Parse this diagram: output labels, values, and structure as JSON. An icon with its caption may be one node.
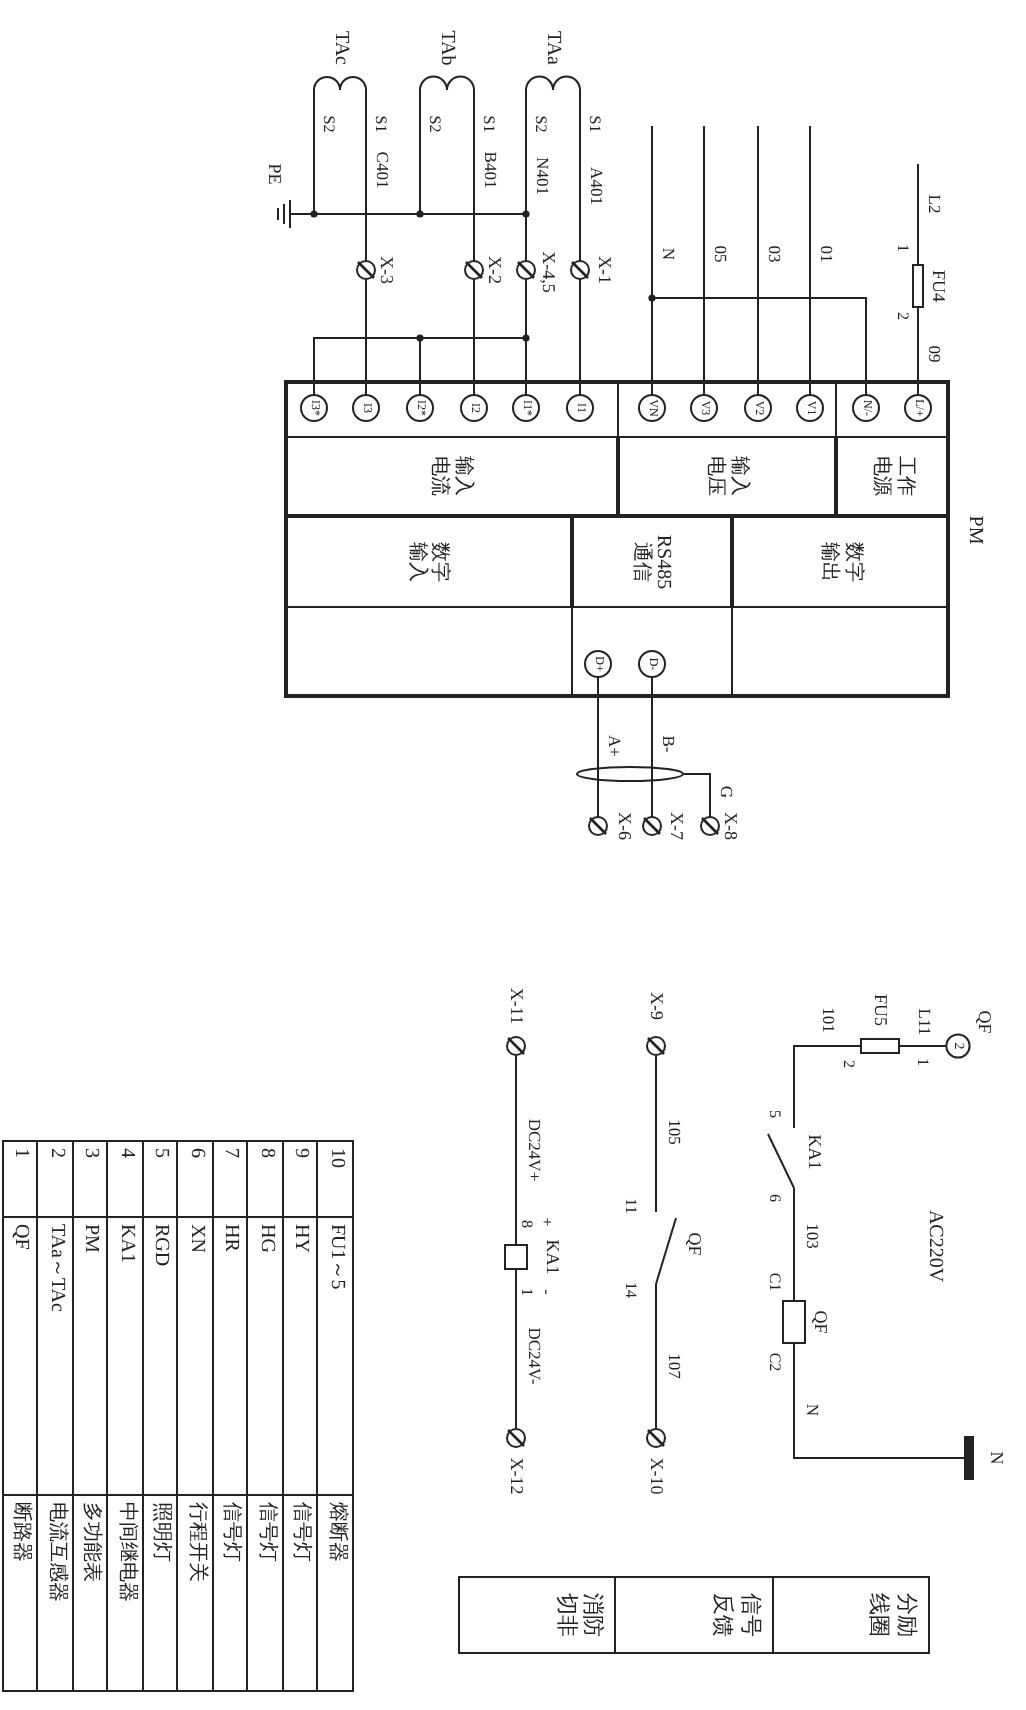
{
  "diagram": {
    "nodes": [
      {
        "text": [
          "PM"
        ]
      },
      {
        "text": [
          "工作电源"
        ],
        "in": 0
      },
      {
        "text": [
          "输入电压"
        ],
        "in": 0
      },
      {
        "text": [
          "输入电流"
        ],
        "in": 0
      },
      {
        "text": [
          "数字输出"
        ],
        "in": 0
      },
      {
        "text": [
          "RS485通信"
        ],
        "in": 0
      },
      {
        "text": [
          "数字输入"
        ],
        "in": 0
      },
      {
        "text": [
          "L/+"
        ],
        "in": 0
      },
      {
        "text": [
          "N/-"
        ],
        "in": 0
      },
      {
        "text": [
          "V1"
        ],
        "in": 0
      },
      {
        "text": [
          "V2"
        ],
        "in": 0
      },
      {
        "text": [
          "V3"
        ],
        "in": 0
      },
      {
        "text": [
          "VN"
        ],
        "in": 0
      },
      {
        "text": [
          "I1"
        ],
        "in": 0
      },
      {
        "text": [
          "I1*"
        ],
        "in": 0
      },
      {
        "text": [
          "I2"
        ],
        "in": 0
      },
      {
        "text": [
          "I2*"
        ],
        "in": 0
      },
      {
        "text": [
          "I3"
        ],
        "in": 0
      },
      {
        "text": [
          "I3*"
        ],
        "in": 0
      },
      {
        "text": [
          "D+"
        ],
        "in": 0
      },
      {
        "text": [
          "D-"
        ],
        "in": 0
      },
      {
        "text": [
          "FU4"
        ]
      },
      {
        "text": [
          "TAa"
        ]
      },
      {
        "text": [
          "TAb"
        ]
      },
      {
        "text": [
          "TAc"
        ]
      },
      {
        "text": [
          "X-1"
        ]
      },
      {
        "text": [
          "X-4,5"
        ]
      },
      {
        "text": [
          "X-2"
        ]
      },
      {
        "text": [
          "X-3"
        ]
      },
      {
        "text": [
          "PE"
        ]
      },
      {
        "text": [
          "X-6"
        ]
      },
      {
        "text": [
          "X-7"
        ]
      },
      {
        "text": [
          "X-8"
        ]
      },
      {
        "text": [],
        "shape": "ellipse"
      },
      {
        "text": [
          "2",
          "QF"
        ]
      },
      {
        "text": [
          "FU5"
        ]
      },
      {
        "text": [
          "KA1"
        ]
      },
      {
        "text": [
          "QF"
        ]
      },
      {
        "text": [
          "N"
        ]
      },
      {
        "text": [
          "X-9"
        ]
      },
      {
        "text": [
          "QF"
        ]
      },
      {
        "text": [
          "X-10"
        ]
      },
      {
        "text": [
          "X-11"
        ]
      },
      {
        "text": [
          "KA1"
        ]
      },
      {
        "text": [
          "X-12"
        ]
      }
    ],
    "edges": [
      {
        "from": null,
        "to": 21,
        "arrow": "none",
        "label": "L2"
      },
      {
        "from": 21,
        "to": 7,
        "arrow": "none",
        "label": "09"
      },
      {
        "from": null,
        "to": 9,
        "arrow": "none",
        "label": "01"
      },
      {
        "from": null,
        "to": 10,
        "arrow": "none",
        "label": "03"
      },
      {
        "from": null,
        "to": 11,
        "arrow": "none",
        "label": "05"
      },
      {
        "from": null,
        "to": 12,
        "arrow": "none",
        "label": "N"
      },
      {
        "from": 12,
        "to": 8,
        "arrow": "none"
      },
      {
        "from": 22,
        "to": 25,
        "arrow": "none",
        "label": "A401"
      },
      {
        "from": 25,
        "to": 13,
        "arrow": "none"
      },
      {
        "from": 22,
        "to": 26,
        "arrow": "none",
        "label": "N401"
      },
      {
        "from": 26,
        "to": 14,
        "arrow": "none"
      },
      {
        "from": 23,
        "to": 27,
        "arrow": "none",
        "label": "B401"
      },
      {
        "from": 27,
        "to": 15,
        "arrow": "none"
      },
      {
        "from": 24,
        "to": 28,
        "arrow": "none",
        "label": "C401"
      },
      {
        "from": 28,
        "to": 17,
        "arrow": "none"
      },
      {
        "from": 23,
        "to": 26,
        "arrow": "none"
      },
      {
        "from": 24,
        "to": 26,
        "arrow": "none"
      },
      {
        "from": 24,
        "to": 29,
        "arrow": "none"
      },
      {
        "from": 14,
        "to": 16,
        "arrow": "none"
      },
      {
        "from": 14,
        "to": 18,
        "arrow": "none"
      },
      {
        "from": 19,
        "to": 30,
        "arrow": "none",
        "label": "A+"
      },
      {
        "from": 20,
        "to": 31,
        "arrow": "none",
        "label": "B-"
      },
      {
        "from": 33,
        "to": 32,
        "arrow": "none",
        "label": "G"
      },
      {
        "from": 34,
        "to": 35,
        "arrow": "none",
        "label": "L11"
      },
      {
        "from": 35,
        "to": 36,
        "arrow": "none",
        "label": "101"
      },
      {
        "from": 36,
        "to": 37,
        "arrow": "none",
        "label": "103"
      },
      {
        "from": 37,
        "to": 38,
        "arrow": "none",
        "label": "N"
      },
      {
        "from": 39,
        "to": 40,
        "arrow": "none",
        "label": "105"
      },
      {
        "from": 40,
        "to": 41,
        "arrow": "none",
        "label": "107"
      },
      {
        "from": 42,
        "to": 43,
        "arrow": "none",
        "label": "DC24V+"
      },
      {
        "from": 43,
        "to": 44,
        "arrow": "none",
        "label": "DC24V-"
      }
    ],
    "labels": [
      "S1",
      "S2",
      "S1",
      "S2",
      "S1",
      "S2",
      "1",
      "2",
      "AC220V",
      "1",
      "2",
      "5",
      "6",
      "C1",
      "C2",
      "11",
      "14",
      "+",
      "8",
      "-",
      "1",
      "10",
      "FU1～5",
      "熔断器",
      "9",
      "HY",
      "信号灯",
      "8",
      "HG",
      "信号灯",
      "7",
      "HR",
      "信号灯",
      "6",
      "XN",
      "行程开关",
      "5",
      "RGD",
      "照明灯",
      "4",
      "KA1",
      "中间继电器",
      "3",
      "PM",
      "多功能表",
      "2",
      "TAa～TAc",
      "电流互感器",
      "1",
      "QF",
      "断路器",
      "分励线圈",
      "信号反馈",
      "消防切非"
    ]
  }
}
